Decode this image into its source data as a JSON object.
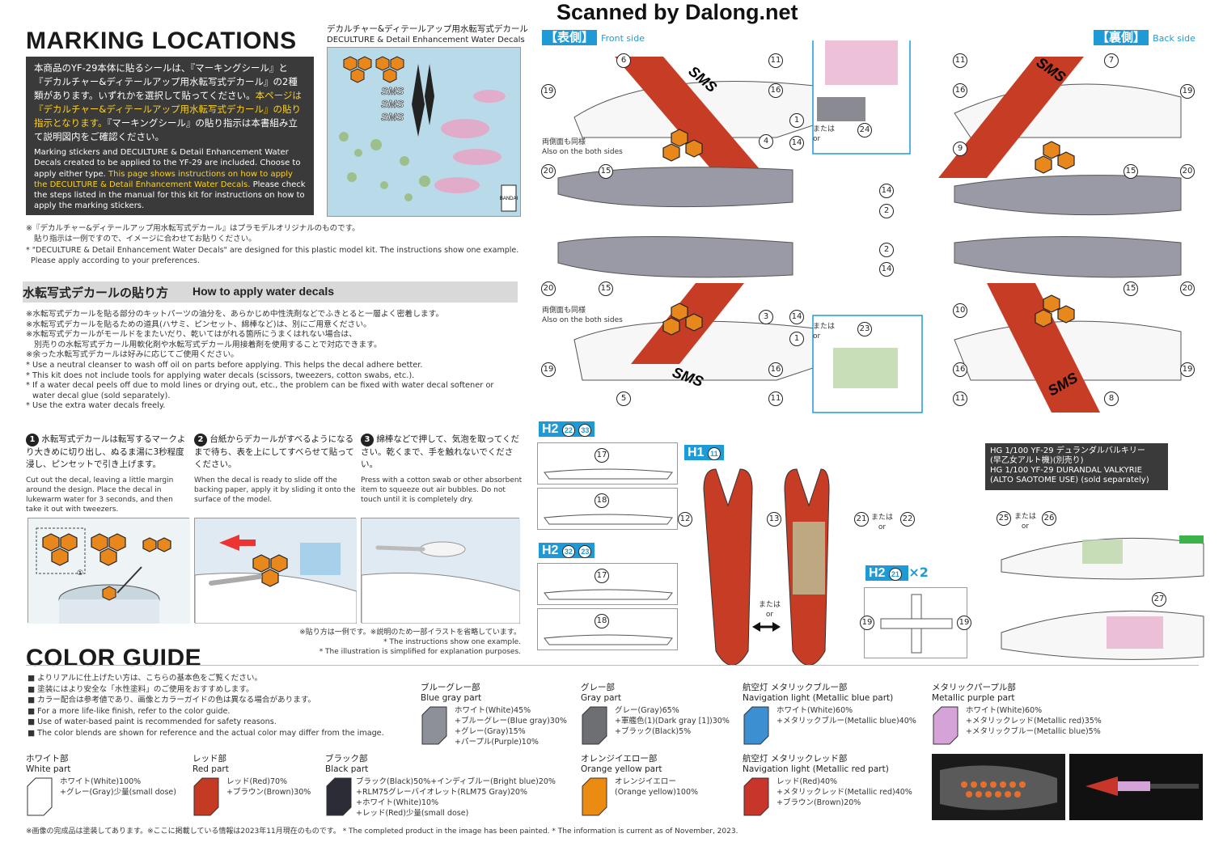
{
  "watermark": "Scanned by Dalong.net",
  "marking": {
    "title": "MARKING LOCATIONS",
    "box_jp_1": "本商品のYF-29本体に貼るシールは、『マーキングシール』と『デカルチャー&ディテールアップ用水転写式デカール』の2種類があります。いずれかを選択して貼ってください。",
    "box_jp_hl": "本ページは『デカルチャー&ディテールアップ用水転写式デカール』の貼り指示となります。",
    "box_jp_2": "『マーキングシール』の貼り指示は本書組み立て説明図内をご確認ください。",
    "box_en_1": "Marking stickers and DECULTURE & Detail Enhancement Water Decals created to be applied to the YF-29 are included. Choose to apply either type.",
    "box_en_hl": "This page shows instructions on how to apply the DECULTURE & Detail Enhancement Water Decals.",
    "box_en_2": "Please check the steps listed in the manual for this kit for instructions on how to apply the marking stickers.",
    "note_jp_1": "※『デカルチャー&ディテールアップ用水転写式デカール』はプラモデルオリジナルのものです。",
    "note_jp_2": "貼り指示は一例ですので、イメージに合わせてお貼りください。",
    "note_en_1": "* \"DECULTURE & Detail Enhancement Water Decals\" are designed for this plastic model kit. The instructions show one example.",
    "note_en_2": "Please apply according to your preferences.",
    "decal_title_jp": "デカルチャー&ディテールアップ用水転写式デカール",
    "decal_title_en": "DECULTURE & Detail Enhancement Water Decals",
    "sheet_logo": "SMS",
    "sheet_brand": "BANDAI"
  },
  "water": {
    "title_jp": "水転写式デカールの貼り方",
    "title_en": "How to apply water decals",
    "lines_jp": [
      "※水転写式デカールを貼る部分のキットパーツの油分を、あらかじめ中性洗剤などでふきとると一層よく密着します。",
      "※水転写式デカールを貼るための道具(ハサミ、ピンセット、綿棒など)は、別にご用意ください。",
      "※水転写式デカールがモールドをまたいだり、乾いてはがれる箇所にうまくはれない場合は、",
      "別売りの水転写式デカール用軟化剤や水転写式デカール用接着剤を使用することで対応できます。",
      "※余った水転写式デカールは好みに応じてご使用ください。"
    ],
    "lines_en": [
      "* Use a neutral cleanser to wash off oil on parts before applying. This helps the decal adhere better.",
      "* This kit does not include tools for applying water decals (scissors, tweezers, cotton swabs, etc.).",
      "* If a water decal peels off due to mold lines or drying out, etc., the problem can be fixed with water decal softener or",
      "water decal glue (sold separately).",
      "* Use the extra water decals freely."
    ],
    "steps": [
      {
        "n": "1",
        "jp": "水転写式デカールは転写するマークより大きめに切り出し、ぬるま湯に3秒程度浸し、ピンセットで引き上げます。",
        "en": "Cut out the decal, leaving a little margin around the design. Place the decal in lukewarm water for 3 seconds, and then take it out with tweezers."
      },
      {
        "n": "2",
        "jp": "台紙からデカールがすべるようになるまで待ち、表を上にしてすべらせて貼ってください。",
        "en": "When the decal is ready to slide off the backing paper, apply it by sliding it onto the surface of the model."
      },
      {
        "n": "3",
        "jp": "綿棒などで押して、気泡を取ってください。乾くまで、手を触れないでください。",
        "en": "Press with a cotton swab or other absorbent item to squeeze out air bubbles. Do not touch until it is completely dry."
      }
    ],
    "step1_callout": "①",
    "note_jp": "※貼り方は一例です。※説明のため一部イラストを省略しています。",
    "note_en_1": "* The instructions show one example.",
    "note_en_2": "* The illustration is simplified for explanation purposes."
  },
  "diagram": {
    "front_tab": "【表側】",
    "front_label": "Front side",
    "back_tab": "【裏側】",
    "back_label": "Back side",
    "both_sides_jp": "両側面も同様",
    "both_sides_en": "Also on the both sides",
    "or_jp": "または",
    "or_en": "or",
    "logo": "SMS",
    "h2a": "H2",
    "h2a_n1": "22",
    "h2a_n2": "33",
    "h2b": "H2",
    "h2b_n1": "32",
    "h2b_n2": "23",
    "h1": "H1",
    "h1_n": "11",
    "h2c": "H2",
    "h2c_n": "21",
    "h2c_x": "×2",
    "sep_title_jp_1": "HG 1/100 YF-29 デュランダルバルキリー",
    "sep_title_jp_2": "(早乙女アルト機)(別売り)",
    "sep_title_en_1": "HG 1/100 YF-29 DURANDAL VALKYRIE",
    "sep_title_en_2": "(ALTO SAOTOME USE) (sold separately)",
    "numbers": {
      "n1": "1",
      "n2": "2",
      "n3": "3",
      "n4": "4",
      "n5": "5",
      "n6": "6",
      "n7": "7",
      "n8": "8",
      "n9": "9",
      "n10": "10",
      "n11": "11",
      "n12": "12",
      "n13": "13",
      "n14": "14",
      "n15": "15",
      "n16": "16",
      "n17": "17",
      "n18": "18",
      "n19": "19",
      "n20": "20",
      "n21": "21",
      "n22": "22",
      "n23": "23",
      "n24": "24",
      "n25": "25",
      "n26": "26",
      "n27": "27"
    }
  },
  "color_guide": {
    "title": "COLOR GUIDE",
    "notes": [
      "■ よりリアルに仕上げたい方は、こちらの基本色をご覧ください。",
      "■ 塗装にはより安全な「水性塗料」のご使用をおすすめします。",
      "■ カラー配合は参考値であり、画像とカラーガイドの色は異なる場合があります。",
      "■ For a more life-like finish, refer to the color guide.",
      "■ Use of water-based paint is recommended for safety reasons.",
      "■ The color blends are shown for reference and the actual color may differ from the image."
    ],
    "items": [
      {
        "jp": "ブルーグレー部",
        "en": "Blue gray part",
        "color": "#8d8f99",
        "lines": [
          "ホワイト(White)45%",
          "+ブルーグレー(Blue gray)30%",
          "+グレー(Gray)15%",
          "+パープル(Purple)10%"
        ]
      },
      {
        "jp": "グレー部",
        "en": "Gray part",
        "color": "#6e6f73",
        "lines": [
          "グレー(Gray)65%",
          "+軍艦色(1)(Dark gray [1])30%",
          "+ブラック(Black)5%"
        ]
      },
      {
        "jp": "航空灯 メタリックブルー部",
        "en": "Navigation light (Metallic blue part)",
        "color": "#3c8fd0",
        "lines": [
          "ホワイト(White)60%",
          "+メタリックブルー(Metallic blue)40%"
        ]
      },
      {
        "jp": "メタリックパープル部",
        "en": "Metallic purple part",
        "color": "#d5a3d8",
        "lines": [
          "ホワイト(White)60%",
          "+メタリックレッド(Metallic red)35%",
          "+メタリックブルー(Metallic blue)5%"
        ]
      },
      {
        "jp": "ホワイト部",
        "en": "White part",
        "color": "#ffffff",
        "lines": [
          "ホワイト(White)100%",
          "+グレー(Gray)少量(small dose)"
        ]
      },
      {
        "jp": "レッド部",
        "en": "Red part",
        "color": "#c43a23",
        "lines": [
          "レッド(Red)70%",
          "+ブラウン(Brown)30%"
        ]
      },
      {
        "jp": "ブラック部",
        "en": "Black part",
        "color": "#2c2c36",
        "lines": [
          "ブラック(Black)50%+インディブルー(Bright blue)20%",
          "+RLM75グレーバイオレット(RLM75 Gray)20%",
          "+ホワイト(White)10%",
          "+レッド(Red)少量(small dose)"
        ]
      },
      {
        "jp": "オレンジイエロー部",
        "en": "Orange yellow part",
        "color": "#ec8b12",
        "lines": [
          "オレンジイエロー",
          "(Orange yellow)100%"
        ]
      },
      {
        "jp": "航空灯 メタリックレッド部",
        "en": "Navigation light (Metallic red part)",
        "color": "#c8352a",
        "lines": [
          "レッド(Red)40%",
          "+メタリックレッド(Metallic red)40%",
          "+ブラウン(Brown)20%"
        ]
      }
    ],
    "footer": "※画像の完成品は塗装してあります。※ここに掲載している情報は2023年11月現在のものです。 * The completed product in the image has been painted. * The information is current as of November, 2023."
  },
  "colors": {
    "red": "#c63c25",
    "orange": "#e8871c",
    "blue": "#1e9ad6",
    "gray_panel": "#9a9aa6",
    "dark_box": "#3a3a3a",
    "highlight": "#ffd21a"
  }
}
